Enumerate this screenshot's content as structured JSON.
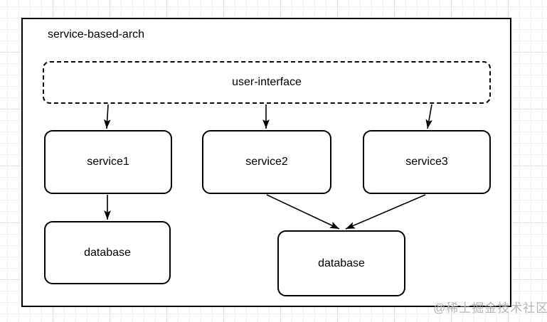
{
  "diagram": {
    "title": "service-based-arch",
    "nodes": {
      "user_interface": {
        "label": "user-interface",
        "shape": "rounded-rect-dashed"
      },
      "service1": {
        "label": "service1",
        "shape": "rounded-rect"
      },
      "service2": {
        "label": "service2",
        "shape": "rounded-rect"
      },
      "service3": {
        "label": "service3",
        "shape": "rounded-rect"
      },
      "database1": {
        "label": "database",
        "shape": "rounded-rect"
      },
      "database2": {
        "label": "database",
        "shape": "rounded-rect"
      }
    },
    "edges": [
      {
        "from": "user-interface",
        "to": "service1"
      },
      {
        "from": "user-interface",
        "to": "service2"
      },
      {
        "from": "user-interface",
        "to": "service3"
      },
      {
        "from": "service1",
        "to": "database1"
      },
      {
        "from": "service2",
        "to": "database2"
      },
      {
        "from": "service3",
        "to": "database2"
      }
    ],
    "colors": {
      "stroke": "#000000",
      "node_fill": "#ffffff",
      "canvas_fill": "#ffffff",
      "grid_minor": "#f2f2f2",
      "grid_major": "#e3e3e3",
      "watermark": "#b5b5b5"
    }
  },
  "watermark": {
    "text": "@稀土掘金技术社区"
  }
}
